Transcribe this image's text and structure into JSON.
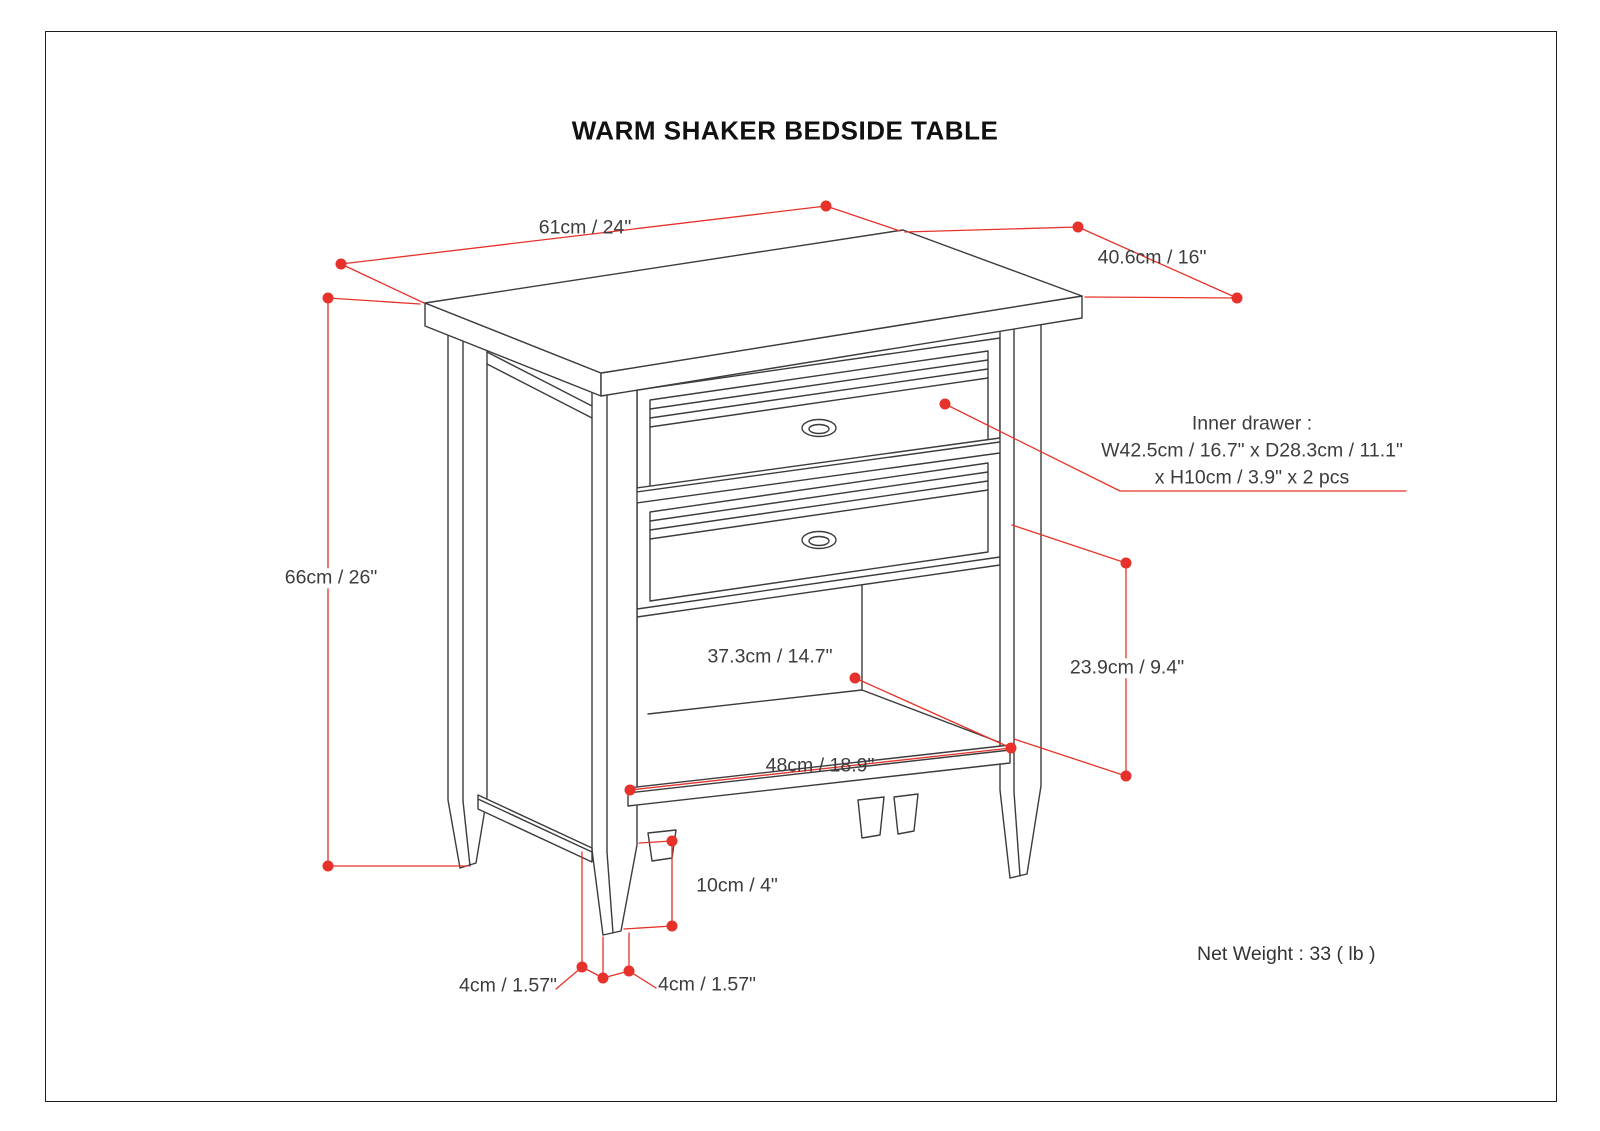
{
  "title": "WARM SHAKER BEDSIDE TABLE",
  "net_weight": "Net Weight : 33 ( lb )",
  "colors": {
    "dimension_red": "#e6322b",
    "drawing_outline": "#3c3c3c",
    "label_text": "#3d3d3d"
  },
  "dims": {
    "top_width": "61cm / 24\"",
    "top_depth": "40.6cm / 16\"",
    "height": "66cm / 26\"",
    "shelf_depth": "37.3cm / 14.7\"",
    "shelf_opening_height": "23.9cm / 9.4\"",
    "shelf_width": "48cm / 18.9\"",
    "leg_height": "10cm / 4\"",
    "foot_depth": "4cm / 1.57\"",
    "foot_width": "4cm / 1.57\"",
    "inner_drawer": {
      "line1": "Inner drawer :",
      "line2": "W42.5cm / 16.7\" x D28.3cm / 11.1\"",
      "line3": "x H10cm / 3.9\" x 2 pcs"
    }
  }
}
